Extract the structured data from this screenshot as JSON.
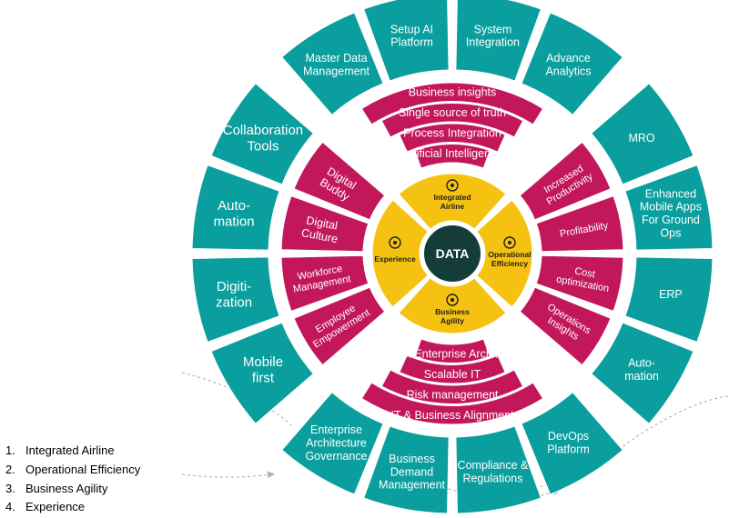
{
  "colors": {
    "teal": "#0a9e9e",
    "magenta": "#c2185b",
    "yellow": "#f5c211",
    "core": "#143d3a",
    "white": "#ffffff",
    "dark": "#1f1f1f"
  },
  "outer_top": [
    "Master Data Management",
    "Setup AI Platform",
    "System Integration",
    "Advance Analytics"
  ],
  "outer_right": [
    "MRO",
    "Enhanced Mobile Apps For Ground Ops",
    "ERP",
    "Auto-mation"
  ],
  "outer_bottom": [
    "DevOps Platform",
    "Compliance & Regulations",
    "Business Demand Management",
    "Enterprise Architecture Governance"
  ],
  "outer_left": [
    "Mobile first",
    "Digiti-zation",
    "Auto-mation",
    "Collaboration Tools"
  ],
  "arcs_top": [
    "Business insights",
    "Single source of truth",
    "Process Integration",
    "Artificial Intelligence"
  ],
  "arcs_bottom": [
    "IT & Business Alignment",
    "Risk management",
    "Scalable IT",
    "Robust Enterprise Architecture"
  ],
  "mid_right": [
    "Increased Productivity",
    "Profitability",
    "Cost optimization",
    "Operations Insights"
  ],
  "mid_left": [
    "Employee Empowerment",
    "Workforce Management",
    "Digital Culture",
    "Digital Buddy"
  ],
  "inner": {
    "top": "Integrated Airline",
    "right": "Operational Efficiency",
    "bottom": "Business Agility",
    "left": "Experience"
  },
  "center": "DATA",
  "legend": [
    {
      "num": "1.",
      "text": "Integrated Airline"
    },
    {
      "num": "2.",
      "text": "Operational Efficiency"
    },
    {
      "num": "3.",
      "text": "Business Agility"
    },
    {
      "num": "4.",
      "text": "Experience"
    }
  ],
  "icons": {
    "top": "airplane-icon",
    "right": "gear-clock-icon",
    "bottom": "people-gear-icon",
    "left": "network-icon"
  }
}
